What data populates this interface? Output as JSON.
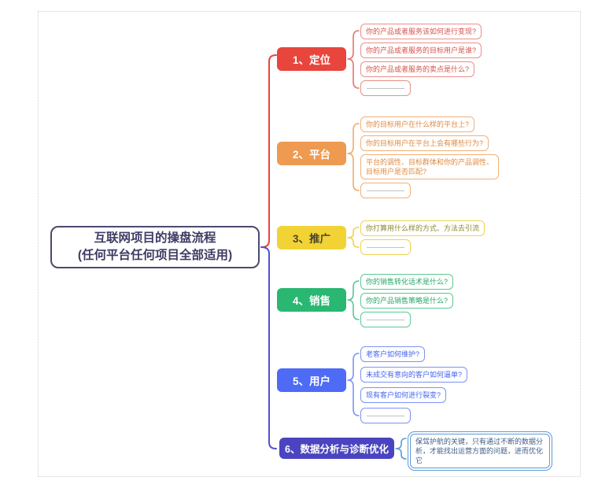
{
  "root_node": {
    "title_line1": "互联网项目的操盘流程",
    "title_line2": "(任何平台任何项目全部适用)",
    "colors": {
      "border": "#4c4a6d",
      "text": "#3e3c63",
      "brace_upper": "#e8453c",
      "brace_lower": "#5450d0"
    }
  },
  "frame": {
    "border_color": "#cfcfcf"
  },
  "branches": [
    {
      "label": "1、定位",
      "colors": {
        "node_bg": "#e8453c",
        "node_text": "#ffffff",
        "child_border": "#ea8f89",
        "child_text": "#d6534b",
        "brace": "#e4736c"
      },
      "children": [
        {
          "text": "你的产品或者服务该如何进行变现?"
        },
        {
          "text": "你的产品或者服务的目标用户是谁?"
        },
        {
          "text": "你的产品或者服务的卖点是什么?"
        },
        {
          "text": "",
          "blank": true
        }
      ]
    },
    {
      "label": "2、平台",
      "colors": {
        "node_bg": "#ee9a50",
        "node_text": "#ffffff",
        "child_border": "#f2b077",
        "child_text": "#e08a40",
        "brace": "#f0a96a"
      },
      "children": [
        {
          "text": "你的目标用户在什么样的平台上?"
        },
        {
          "text": "你的目标用户在平台上会有哪些行为?"
        },
        {
          "text": "平台的调性、目标群体和你的产品调性、目标用户是否匹配?"
        },
        {
          "text": "",
          "blank": true
        }
      ]
    },
    {
      "label": "3、推广",
      "colors": {
        "node_bg": "#f2d335",
        "node_text": "#4a4431",
        "child_border": "#eed34f",
        "child_text": "#8f8830",
        "brace": "#eed34f"
      },
      "children": [
        {
          "text": "你打算用什么样的方式、方法去引流"
        },
        {
          "text": "",
          "blank": true
        }
      ]
    },
    {
      "label": "4、销售",
      "colors": {
        "node_bg": "#29b772",
        "node_text": "#ffffff",
        "child_border": "#5cc993",
        "child_text": "#27a768",
        "brace": "#57c78f"
      },
      "children": [
        {
          "text": "你的销售转化话术是什么?"
        },
        {
          "text": "你的产品销售策略是什么?"
        },
        {
          "text": "",
          "blank": true
        }
      ]
    },
    {
      "label": "5、用户",
      "colors": {
        "node_bg": "#4d6bf5",
        "node_text": "#ffffff",
        "child_border": "#7d92f5",
        "child_text": "#4464f0",
        "brace": "#7d92f5"
      },
      "children": [
        {
          "text": "老客户如何维护?"
        },
        {
          "text": "未成交有意向的客户如何逼单?"
        },
        {
          "text": "现有客户如何进行裂变?"
        },
        {
          "text": "",
          "blank": true
        }
      ]
    },
    {
      "label": "6、数据分析与诊断优化",
      "colors": {
        "node_bg": "#4b44c0",
        "node_text": "#ffffff",
        "child_border": "#5b9bd5",
        "child_text": "#3f5d85",
        "brace": "#5b9bd5"
      },
      "children": [
        {
          "text": "保驾护航的关键，只有通过不断的数据分析，才能找出运营方面的问题，进而优化它"
        }
      ]
    }
  ]
}
